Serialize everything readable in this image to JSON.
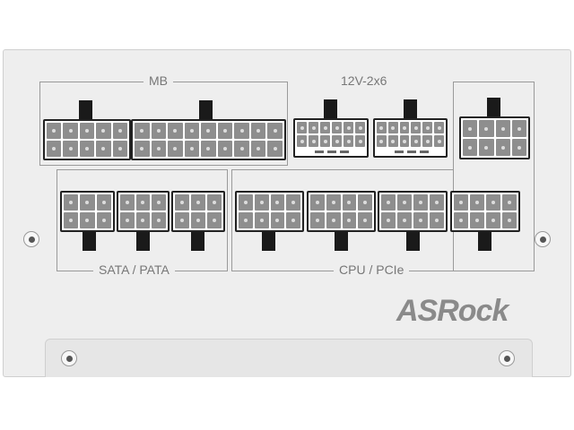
{
  "labels": {
    "mb": "MB",
    "v12": "12V-2x6",
    "sata": "SATA / PATA",
    "cpu": "CPU / PCIe"
  },
  "brand": {
    "logo_text": "ASRock"
  },
  "connectors": [
    {
      "group": "MB",
      "cols": 5,
      "rows": 2
    },
    {
      "group": "MB",
      "cols": 9,
      "rows": 2
    },
    {
      "group": "12V-2x6",
      "cols": 6,
      "rows": 2
    },
    {
      "group": "12V-2x6",
      "cols": 6,
      "rows": 2
    },
    {
      "group": "CPU / PCIe",
      "cols": 4,
      "rows": 2
    },
    {
      "group": "SATA / PATA",
      "cols": 3,
      "rows": 2
    },
    {
      "group": "SATA / PATA",
      "cols": 3,
      "rows": 2
    },
    {
      "group": "SATA / PATA",
      "cols": 3,
      "rows": 2
    },
    {
      "group": "CPU / PCIe",
      "cols": 4,
      "rows": 2
    },
    {
      "group": "CPU / PCIe",
      "cols": 4,
      "rows": 2
    },
    {
      "group": "CPU / PCIe",
      "cols": 4,
      "rows": 2
    },
    {
      "group": "CPU / PCIe",
      "cols": 4,
      "rows": 2
    }
  ]
}
